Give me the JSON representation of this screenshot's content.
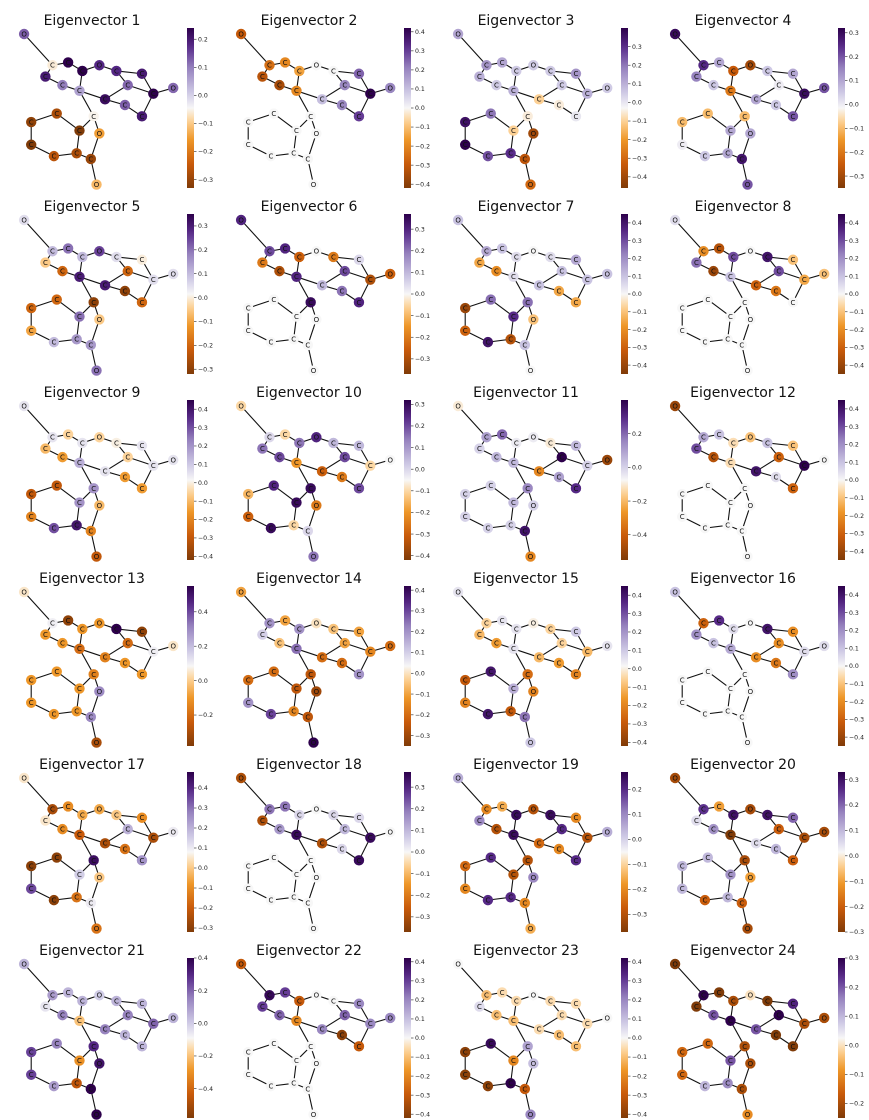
{
  "molecule": {
    "atoms": [
      {
        "el": "O",
        "x": 0.5,
        "y": 0.0
      },
      {
        "el": "C",
        "x": 2.5,
        "y": 2.2
      },
      {
        "el": "C",
        "x": 2.0,
        "y": 3.0
      },
      {
        "el": "C",
        "x": 3.6,
        "y": 2.0
      },
      {
        "el": "C",
        "x": 3.2,
        "y": 3.6
      },
      {
        "el": "C",
        "x": 4.6,
        "y": 2.6
      },
      {
        "el": "O",
        "x": 5.8,
        "y": 2.2
      },
      {
        "el": "C",
        "x": 4.4,
        "y": 4.0
      },
      {
        "el": "C",
        "x": 7.0,
        "y": 2.6
      },
      {
        "el": "C",
        "x": 6.2,
        "y": 4.6
      },
      {
        "el": "C",
        "x": 7.8,
        "y": 3.6
      },
      {
        "el": "C",
        "x": 8.8,
        "y": 2.8
      },
      {
        "el": "C",
        "x": 7.6,
        "y": 5.0
      },
      {
        "el": "C",
        "x": 9.6,
        "y": 4.2
      },
      {
        "el": "C",
        "x": 8.8,
        "y": 5.8
      },
      {
        "el": "O",
        "x": 11.0,
        "y": 3.8
      },
      {
        "el": "C",
        "x": 5.4,
        "y": 5.8
      },
      {
        "el": "C",
        "x": 4.4,
        "y": 6.8
      },
      {
        "el": "C",
        "x": 2.8,
        "y": 5.6
      },
      {
        "el": "C",
        "x": 1.0,
        "y": 6.2
      },
      {
        "el": "C",
        "x": 1.0,
        "y": 7.8
      },
      {
        "el": "C",
        "x": 2.6,
        "y": 8.6
      },
      {
        "el": "C",
        "x": 4.2,
        "y": 8.4
      },
      {
        "el": "C",
        "x": 5.2,
        "y": 8.8
      },
      {
        "el": "O",
        "x": 5.6,
        "y": 10.6
      },
      {
        "el": "O",
        "x": 5.8,
        "y": 7.0
      }
    ],
    "bonds": [
      [
        0,
        1
      ],
      [
        1,
        2
      ],
      [
        1,
        3
      ],
      [
        2,
        4
      ],
      [
        3,
        5
      ],
      [
        4,
        7
      ],
      [
        5,
        6
      ],
      [
        5,
        7
      ],
      [
        6,
        8
      ],
      [
        8,
        10
      ],
      [
        8,
        11
      ],
      [
        7,
        9
      ],
      [
        9,
        10
      ],
      [
        9,
        12
      ],
      [
        10,
        13
      ],
      [
        11,
        13
      ],
      [
        12,
        14
      ],
      [
        13,
        14
      ],
      [
        13,
        15
      ],
      [
        7,
        16
      ],
      [
        16,
        17
      ],
      [
        17,
        18
      ],
      [
        18,
        19
      ],
      [
        19,
        20
      ],
      [
        20,
        21
      ],
      [
        21,
        22
      ],
      [
        22,
        17
      ],
      [
        22,
        23
      ],
      [
        23,
        24
      ],
      [
        23,
        25
      ],
      [
        25,
        16
      ]
    ]
  },
  "panels": [
    {
      "title": "Eigenvector 1",
      "ticks": [
        "0.2",
        "0.1",
        "0.0",
        "−0.1",
        "−0.2",
        "−0.3"
      ],
      "vmin": -0.33,
      "vmax": 0.24,
      "values": [
        0.13,
        -0.06,
        0.2,
        0.26,
        0.1,
        0.25,
        0.18,
        0.06,
        0.18,
        0.22,
        0.12,
        0.2,
        0.13,
        0.3,
        0.2,
        0.12,
        -0.05,
        -0.33,
        -0.28,
        -0.31,
        -0.33,
        -0.26,
        -0.28,
        -0.3,
        -0.12,
        -0.15
      ]
    },
    {
      "title": "Eigenvector 2",
      "ticks": [
        "0.4",
        "0.3",
        "0.2",
        "0.1",
        "0.0",
        "−0.1",
        "−0.2",
        "−0.3",
        "−0.4"
      ],
      "vmin": -0.42,
      "vmax": 0.42,
      "values": [
        -0.3,
        -0.25,
        -0.32,
        -0.2,
        -0.35,
        -0.15,
        0.0,
        -0.2,
        0.0,
        0.1,
        0.2,
        0.25,
        0.2,
        0.42,
        0.3,
        0.2,
        0.0,
        0.0,
        0.0,
        0.0,
        0.0,
        0.0,
        0.0,
        0.0,
        0.0,
        0.0
      ]
    },
    {
      "title": "Eigenvector 3",
      "ticks": [
        "0.3",
        "0.2",
        "0.1",
        "0.0",
        "−0.1",
        "−0.2",
        "−0.3",
        "−0.4"
      ],
      "vmin": -0.46,
      "vmax": 0.4,
      "values": [
        0.12,
        0.15,
        0.1,
        0.12,
        0.05,
        0.05,
        0.05,
        0.1,
        0.05,
        -0.1,
        0.05,
        0.15,
        -0.05,
        0.1,
        0.0,
        0.05,
        -0.05,
        -0.1,
        0.2,
        0.36,
        0.4,
        0.25,
        0.3,
        -0.35,
        -0.3,
        -0.4
      ]
    },
    {
      "title": "Eigenvector 4",
      "ticks": [
        "0.3",
        "0.2",
        "0.1",
        "0.0",
        "−0.1",
        "−0.2",
        "−0.3"
      ],
      "vmin": -0.35,
      "vmax": 0.32,
      "values": [
        0.3,
        0.25,
        0.15,
        0.1,
        0.05,
        -0.25,
        -0.3,
        -0.2,
        0.05,
        0.1,
        0.0,
        0.1,
        0.05,
        0.3,
        0.2,
        0.2,
        -0.1,
        0.1,
        -0.1,
        -0.1,
        0.0,
        0.05,
        0.1,
        0.28,
        0.2,
        0.1
      ]
    },
    {
      "title": "Eigenvector 5",
      "ticks": [
        "0.3",
        "0.2",
        "0.1",
        "0.0",
        "−0.1",
        "−0.2",
        "−0.3"
      ],
      "vmin": -0.32,
      "vmax": 0.35,
      "values": [
        0.05,
        0.1,
        -0.05,
        0.2,
        -0.2,
        0.1,
        0.25,
        0.3,
        0.05,
        0.3,
        -0.2,
        0.0,
        -0.3,
        0.05,
        -0.2,
        0.05,
        -0.3,
        0.2,
        -0.2,
        -0.2,
        -0.1,
        0.1,
        0.15,
        0.15,
        0.2,
        -0.05
      ]
    },
    {
      "title": "Eigenvector 6",
      "ticks": [
        "0.3",
        "0.2",
        "0.1",
        "0.0",
        "−0.1",
        "−0.2",
        "−0.3"
      ],
      "vmin": -0.37,
      "vmax": 0.37,
      "values": [
        0.3,
        0.25,
        -0.2,
        0.3,
        -0.3,
        -0.25,
        0.0,
        0.3,
        -0.2,
        0.1,
        0.25,
        0.05,
        0.2,
        -0.3,
        0.3,
        -0.25,
        0.35,
        0.0,
        0.0,
        0.0,
        0.0,
        0.0,
        0.0,
        0.0,
        0.0,
        0.0
      ]
    },
    {
      "title": "Eigenvector 7",
      "ticks": [
        "0.4",
        "0.3",
        "0.2",
        "0.1",
        "0.0",
        "−0.1",
        "−0.2",
        "−0.3",
        "−0.4"
      ],
      "vmin": -0.45,
      "vmax": 0.45,
      "values": [
        0.1,
        0.15,
        -0.15,
        0.1,
        -0.2,
        0.05,
        0.0,
        0.05,
        0.05,
        0.1,
        0.1,
        0.15,
        -0.15,
        0.1,
        -0.15,
        0.1,
        0.25,
        0.35,
        0.25,
        -0.4,
        -0.3,
        0.4,
        -0.35,
        0.1,
        0.0,
        -0.1
      ]
    },
    {
      "title": "Eigenvector 8",
      "ticks": [
        "0.4",
        "0.3",
        "0.2",
        "0.1",
        "0.0",
        "−0.1",
        "−0.2",
        "−0.3",
        "−0.4"
      ],
      "vmin": -0.45,
      "vmax": 0.45,
      "values": [
        0.05,
        -0.2,
        0.25,
        -0.35,
        -0.4,
        0.3,
        0.0,
        0.1,
        0.4,
        -0.3,
        0.3,
        -0.1,
        -0.25,
        -0.15,
        0.0,
        -0.1,
        0.0,
        0.0,
        0.0,
        0.0,
        0.0,
        0.0,
        0.0,
        0.0,
        0.0,
        0.0
      ]
    },
    {
      "title": "Eigenvector 9",
      "ticks": [
        "0.4",
        "0.3",
        "0.2",
        "0.1",
        "0.0",
        "−0.1",
        "−0.2",
        "−0.3",
        "−0.4"
      ],
      "vmin": -0.42,
      "vmax": 0.45,
      "values": [
        0.05,
        0.05,
        -0.1,
        -0.05,
        -0.15,
        0.05,
        -0.05,
        0.15,
        0.0,
        0.05,
        -0.05,
        0.05,
        -0.15,
        0.05,
        -0.15,
        0.05,
        0.2,
        0.2,
        -0.3,
        -0.3,
        -0.2,
        0.3,
        0.4,
        -0.2,
        -0.3,
        -0.1
      ]
    },
    {
      "title": "Eigenvector 10",
      "ticks": [
        "0.3",
        "0.2",
        "0.1",
        "0.0",
        "−0.1",
        "−0.2",
        "−0.3",
        "−0.4"
      ],
      "vmin": -0.42,
      "vmax": 0.32,
      "values": [
        -0.1,
        0.0,
        0.15,
        -0.1,
        0.2,
        0.15,
        0.25,
        -0.2,
        0.05,
        -0.3,
        0.2,
        0.05,
        -0.25,
        -0.1,
        0.2,
        -0.05,
        0.3,
        0.3,
        0.25,
        -0.15,
        -0.3,
        0.3,
        -0.1,
        0.0,
        0.15,
        -0.25
      ]
    },
    {
      "title": "Eigenvector 11",
      "ticks": [
        "0.2",
        "0.0",
        "−0.2",
        "−0.4"
      ],
      "vmin": -0.55,
      "vmax": 0.4,
      "values": [
        -0.1,
        0.1,
        0.0,
        0.2,
        0.05,
        -0.05,
        -0.05,
        0.05,
        -0.1,
        -0.3,
        0.4,
        0.05,
        0.1,
        0.0,
        0.3,
        -0.5,
        0.15,
        0.05,
        0.0,
        0.0,
        0.0,
        0.0,
        0.0,
        0.35,
        -0.3,
        0.0
      ]
    },
    {
      "title": "Eigenvector 12",
      "ticks": [
        "0.4",
        "0.3",
        "0.2",
        "0.1",
        "0.0",
        "−0.1",
        "−0.2",
        "−0.3",
        "−0.4"
      ],
      "vmin": -0.45,
      "vmax": 0.45,
      "values": [
        -0.4,
        0.15,
        0.3,
        0.1,
        -0.35,
        -0.05,
        -0.1,
        -0.05,
        0.1,
        0.4,
        -0.3,
        -0.1,
        0.05,
        0.45,
        -0.3,
        0.0,
        0.0,
        0.0,
        0.0,
        0.0,
        0.0,
        0.0,
        0.0,
        0.0,
        0.0,
        0.0
      ]
    },
    {
      "title": "Eigenvector 13",
      "ticks": [
        "0.4",
        "0.2",
        "0.0",
        "−0.2"
      ],
      "vmin": -0.38,
      "vmax": 0.55,
      "values": [
        0.05,
        0.1,
        -0.1,
        -0.35,
        -0.1,
        -0.1,
        -0.1,
        -0.2,
        0.55,
        -0.15,
        -0.2,
        -0.35,
        -0.1,
        0.1,
        -0.1,
        0.05,
        -0.15,
        -0.1,
        -0.1,
        -0.1,
        -0.1,
        -0.1,
        -0.1,
        0.3,
        -0.3,
        0.3
      ]
    },
    {
      "title": "Eigenvector 14",
      "ticks": [
        "0.4",
        "0.3",
        "0.2",
        "0.1",
        "0.0",
        "−0.1",
        "−0.2",
        "−0.3"
      ],
      "vmin": -0.35,
      "vmax": 0.42,
      "values": [
        -0.1,
        0.2,
        0.1,
        -0.1,
        -0.05,
        0.2,
        0.0,
        0.25,
        -0.05,
        -0.2,
        -0.1,
        -0.1,
        -0.2,
        -0.15,
        0.2,
        -0.2,
        -0.25,
        -0.25,
        -0.2,
        -0.2,
        0.2,
        0.3,
        -0.15,
        -0.25,
        0.42,
        -0.3
      ]
    },
    {
      "title": "Eigenvector 15",
      "ticks": [
        "0.4",
        "0.3",
        "0.2",
        "0.1",
        "0.0",
        "−0.1",
        "−0.2",
        "−0.3",
        "−0.4"
      ],
      "vmin": -0.42,
      "vmax": 0.45,
      "values": [
        0.05,
        -0.05,
        -0.1,
        0.05,
        -0.15,
        0.05,
        0.0,
        0.05,
        -0.05,
        -0.1,
        -0.05,
        0.1,
        -0.15,
        -0.1,
        -0.2,
        0.05,
        -0.25,
        0.15,
        0.4,
        -0.3,
        -0.2,
        0.4,
        -0.3,
        0.25,
        0.1,
        -0.2
      ]
    },
    {
      "title": "Eigenvector 16",
      "ticks": [
        "0.4",
        "0.3",
        "0.2",
        "0.1",
        "0.0",
        "−0.1",
        "−0.2",
        "−0.3",
        "−0.4"
      ],
      "vmin": -0.45,
      "vmax": 0.45,
      "values": [
        0.1,
        -0.3,
        0.2,
        0.35,
        0.1,
        0.05,
        0.0,
        0.15,
        0.4,
        -0.2,
        -0.2,
        -0.2,
        -0.25,
        0.05,
        0.2,
        0.05,
        0.0,
        0.0,
        0.0,
        0.0,
        0.0,
        0.0,
        0.0,
        0.0,
        0.0,
        0.0
      ]
    },
    {
      "title": "Eigenvector 17",
      "ticks": [
        "0.4",
        "0.3",
        "0.2",
        "0.1",
        "0.0",
        "−0.1",
        "−0.2",
        "−0.3"
      ],
      "vmin": -0.32,
      "vmax": 0.48,
      "values": [
        0.05,
        -0.25,
        0.05,
        -0.1,
        -0.1,
        -0.05,
        -0.05,
        -0.2,
        0.0,
        -0.25,
        0.2,
        -0.1,
        -0.15,
        -0.25,
        0.25,
        0.1,
        0.45,
        0.15,
        -0.3,
        -0.3,
        0.35,
        -0.3,
        -0.15,
        0.1,
        -0.15,
        0.0
      ]
    },
    {
      "title": "Eigenvector 18",
      "ticks": [
        "0.3",
        "0.2",
        "0.1",
        "0.0",
        "−0.1",
        "−0.2",
        "−0.3"
      ],
      "vmin": -0.37,
      "vmax": 0.37,
      "values": [
        -0.3,
        0.2,
        -0.3,
        0.2,
        0.15,
        0.05,
        0.0,
        0.35,
        0.05,
        -0.3,
        0.1,
        0.05,
        0.05,
        0.35,
        0.35,
        0.0,
        0.0,
        0.0,
        0.0,
        0.0,
        0.0,
        0.0,
        0.0,
        0.0,
        0.0,
        0.0
      ]
    },
    {
      "title": "Eigenvector 19",
      "ticks": [
        "0.2",
        "0.1",
        "0.0",
        "−0.1",
        "−0.2",
        "−0.3"
      ],
      "vmin": -0.37,
      "vmax": 0.27,
      "values": [
        0.05,
        -0.2,
        0.1,
        -0.15,
        -0.3,
        0.25,
        -0.3,
        0.25,
        0.25,
        -0.25,
        0.2,
        -0.2,
        -0.2,
        -0.3,
        0.2,
        0.05,
        -0.3,
        -0.3,
        0.2,
        -0.25,
        -0.2,
        0.2,
        0.2,
        -0.2,
        -0.15,
        0.1
      ]
    },
    {
      "title": "Eigenvector 20",
      "ticks": [
        "0.3",
        "0.2",
        "0.1",
        "0.0",
        "−0.1",
        "−0.2",
        "−0.3"
      ],
      "vmin": -0.3,
      "vmax": 0.33,
      "values": [
        -0.25,
        0.25,
        0.05,
        -0.1,
        0.15,
        0.3,
        -0.25,
        -0.3,
        0.3,
        0.05,
        -0.2,
        0.2,
        0.1,
        -0.25,
        -0.2,
        -0.25,
        -0.25,
        0.15,
        0.1,
        0.1,
        0.1,
        -0.2,
        0.1,
        -0.2,
        -0.25,
        -0.1
      ]
    },
    {
      "title": "Eigenvector 21",
      "ticks": [
        "0.4",
        "0.2",
        "0.0",
        "−0.2",
        "−0.4"
      ],
      "vmin": -0.58,
      "vmax": 0.4,
      "values": [
        0.05,
        0.1,
        -0.05,
        0.05,
        0.15,
        0.05,
        0.0,
        -0.2,
        0.05,
        0.15,
        0.15,
        0.05,
        0.05,
        0.2,
        0.05,
        0.05,
        0.3,
        -0.3,
        0.15,
        0.25,
        0.25,
        0.1,
        -0.45,
        0.5,
        0.45,
        0.35
      ]
    },
    {
      "title": "Eigenvector 22",
      "ticks": [
        "0.4",
        "0.3",
        "0.2",
        "0.1",
        "0.0",
        "−0.1",
        "−0.2",
        "−0.3",
        "−0.4"
      ],
      "vmin": -0.42,
      "vmax": 0.42,
      "values": [
        -0.3,
        0.4,
        0.3,
        0.3,
        0.25,
        -0.3,
        0.0,
        -0.2,
        0.0,
        0.2,
        0.25,
        0.2,
        -0.4,
        0.2,
        -0.3,
        0.2,
        0.0,
        0.0,
        0.0,
        0.0,
        0.0,
        0.0,
        0.0,
        0.0,
        0.0,
        0.0
      ]
    },
    {
      "title": "Eigenvector 23",
      "ticks": [
        "0.4",
        "0.3",
        "0.2",
        "0.1",
        "0.0",
        "−0.1",
        "−0.2",
        "−0.3",
        "−0.4"
      ],
      "vmin": -0.42,
      "vmax": 0.42,
      "values": [
        0.0,
        -0.1,
        0.05,
        -0.05,
        -0.1,
        -0.05,
        0.0,
        -0.1,
        -0.05,
        -0.05,
        -0.05,
        -0.05,
        -0.1,
        -0.05,
        -0.1,
        0.0,
        0.15,
        -0.2,
        0.4,
        -0.4,
        -0.4,
        -0.4,
        0.42,
        -0.3,
        0.2,
        0.1
      ]
    },
    {
      "title": "Eigenvector 24",
      "ticks": [
        "0.3",
        "0.2",
        "0.1",
        "0.0",
        "−0.1",
        "−0.2"
      ],
      "vmin": -0.25,
      "vmax": 0.3,
      "values": [
        -0.25,
        0.3,
        -0.25,
        -0.25,
        0.2,
        -0.2,
        0.0,
        0.3,
        -0.25,
        0.2,
        0.3,
        0.25,
        -0.3,
        -0.2,
        -0.25,
        -0.2,
        -0.2,
        0.2,
        -0.15,
        -0.15,
        -0.15,
        0.1,
        0.15,
        -0.2,
        -0.1,
        -0.2
      ]
    }
  ]
}
